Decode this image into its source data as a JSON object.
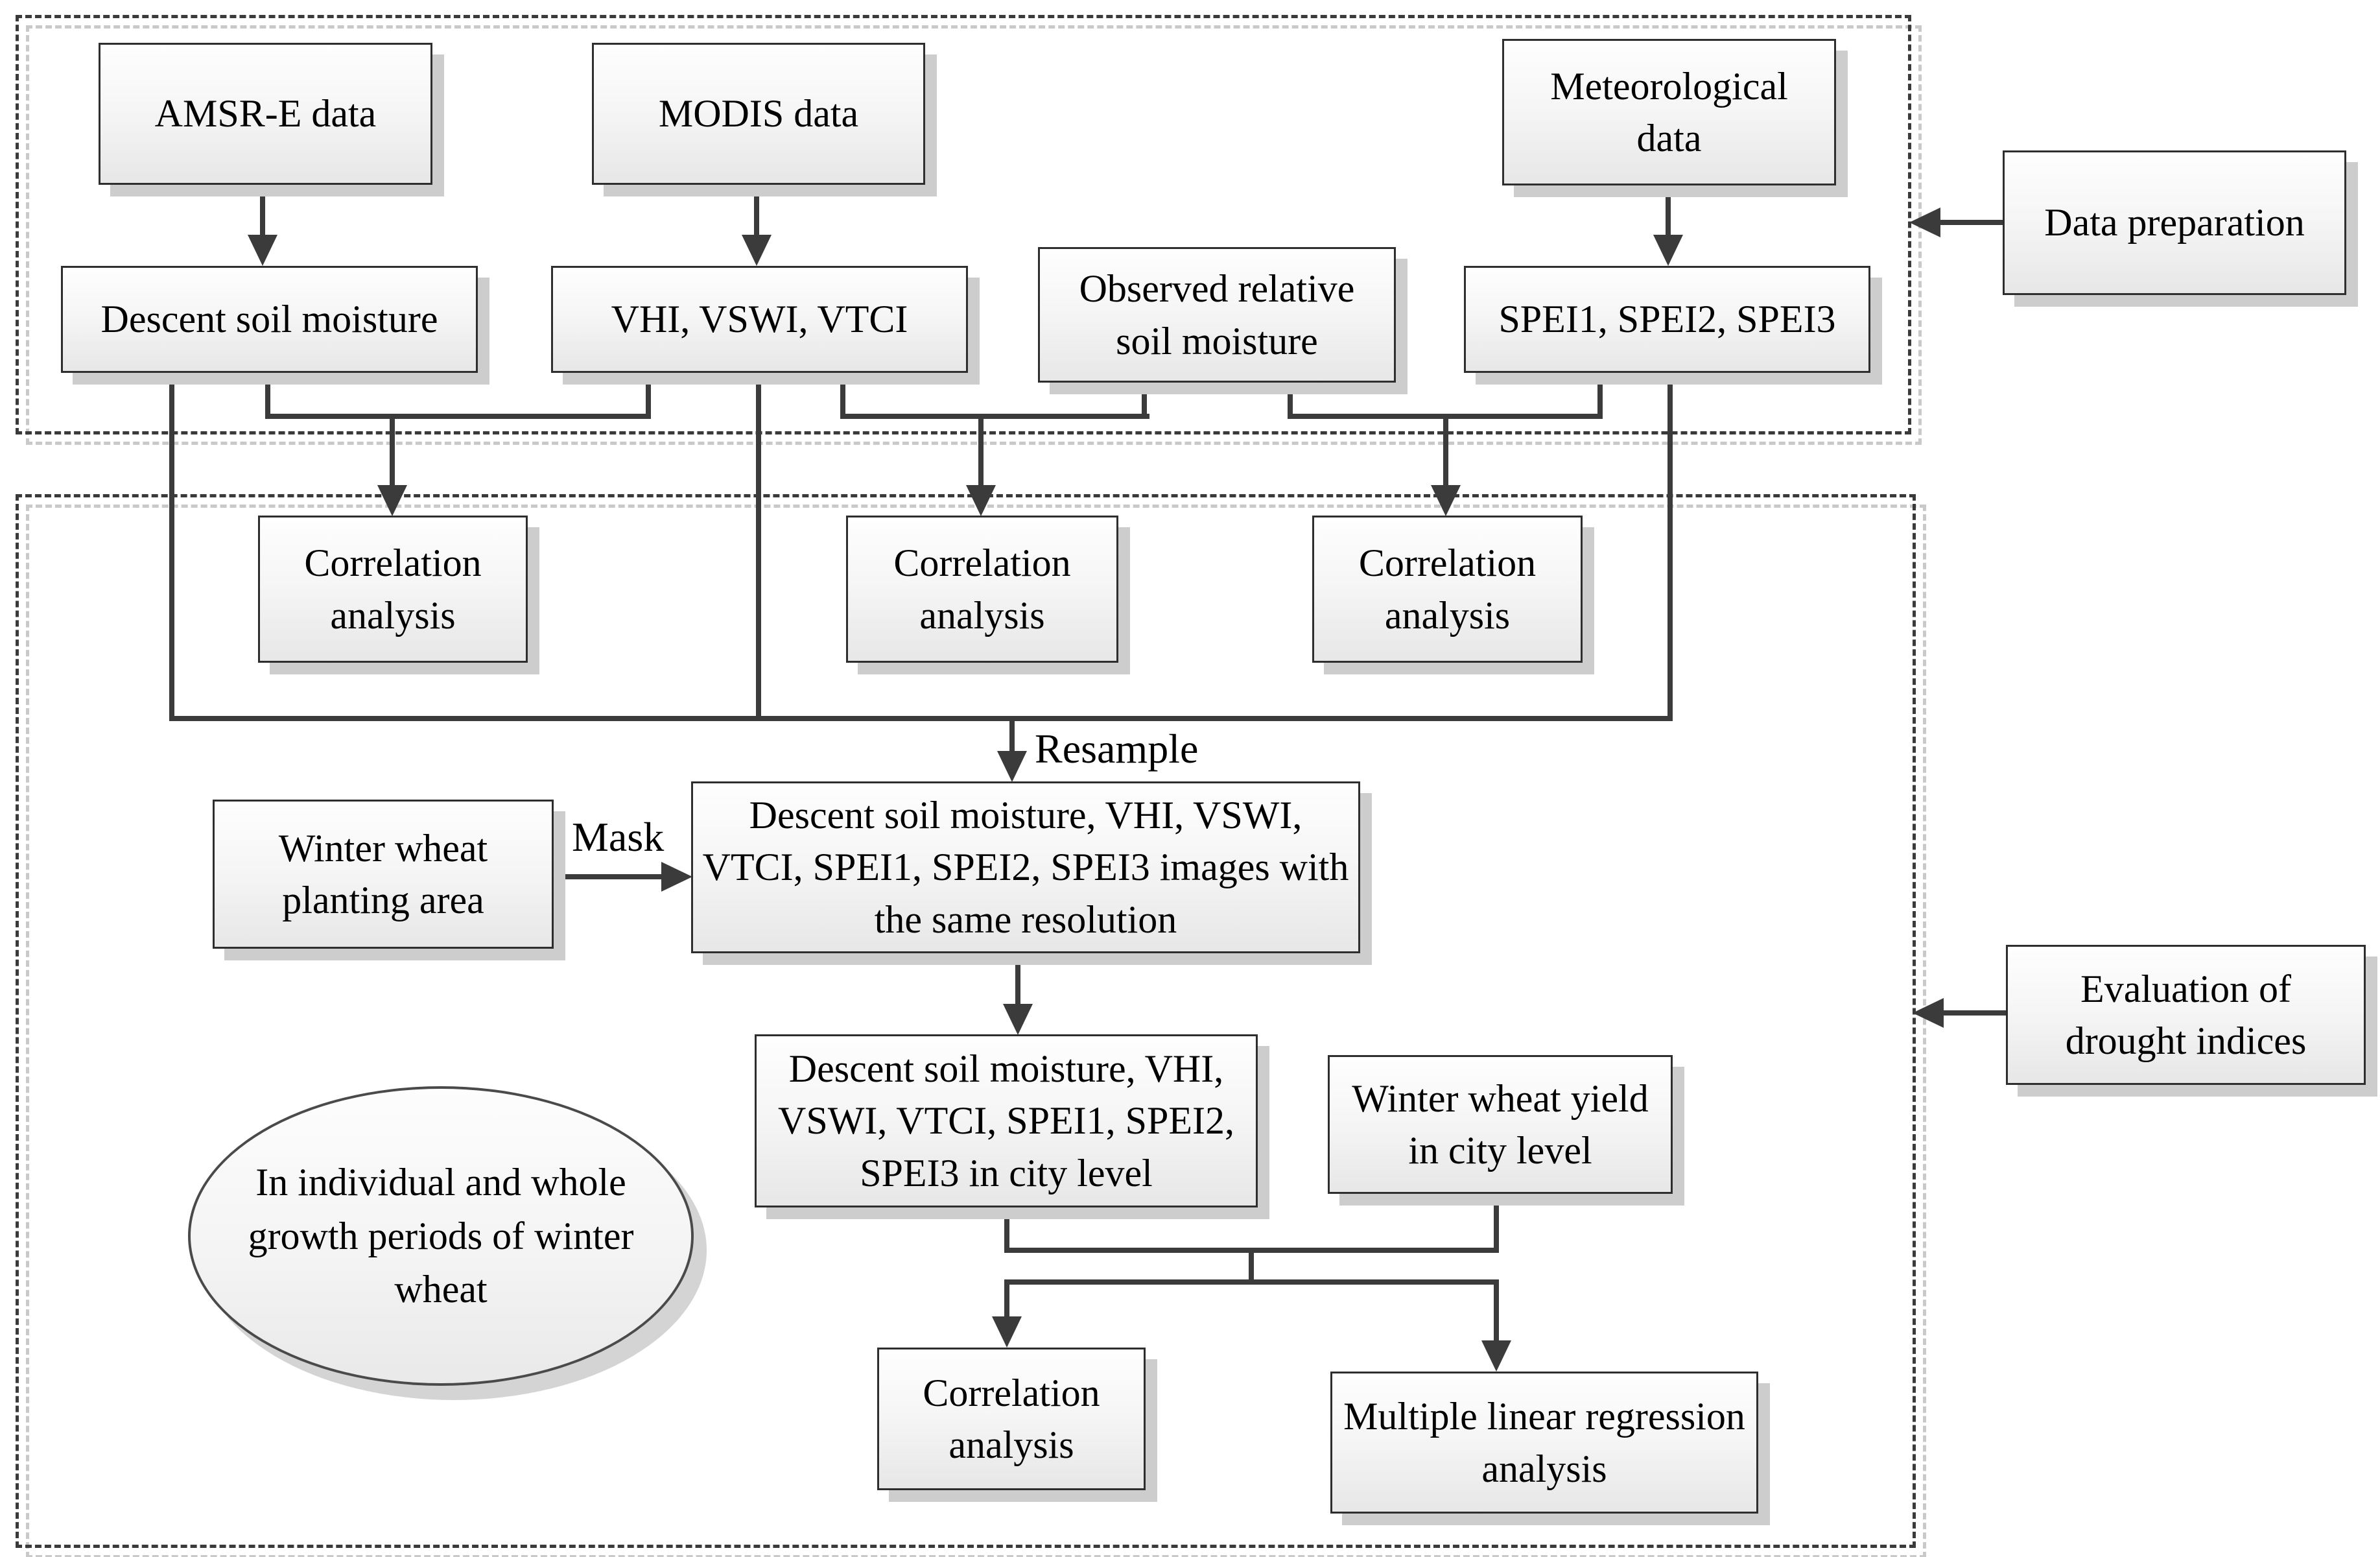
{
  "boxes": {
    "amsr_e": "AMSR-E data",
    "modis": "MODIS data",
    "meteorological": "Meteorological data",
    "descent_sm": "Descent soil moisture",
    "vhi_vswi_vtci": "VHI, VSWI, VTCI",
    "observed_rsm": "Observed relative soil moisture",
    "spei": "SPEI1, SPEI2, SPEI3",
    "data_preparation": "Data preparation",
    "corr1": "Correlation analysis",
    "corr2": "Correlation analysis",
    "corr3": "Correlation analysis",
    "winter_wheat_area": "Winter wheat planting area",
    "same_resolution": "Descent soil moisture, VHI, VSWI, VTCI, SPEI1, SPEI2, SPEI3 images with the same resolution",
    "city_level": "Descent soil moisture, VHI, VSWI, VTCI, SPEI1, SPEI2, SPEI3 in city level",
    "yield_city": "Winter wheat yield in city level",
    "corr4": "Correlation analysis",
    "multiple_regression": "Multiple linear regression analysis",
    "evaluation": "Evaluation of drought indices",
    "growth_periods": "In individual and whole growth periods of winter wheat"
  },
  "labels": {
    "resample": "Resample",
    "mask": "Mask"
  },
  "colors": {
    "line": "#3b3b3b",
    "box_border": "#2e2e2e",
    "box_fill_top": "#fefefe",
    "box_fill_bottom": "#e7e7e7",
    "box_shadow": "#cdcdcd",
    "dashed_border": "#3a3a3a",
    "dashed_shadow": "#c9c9c9"
  }
}
